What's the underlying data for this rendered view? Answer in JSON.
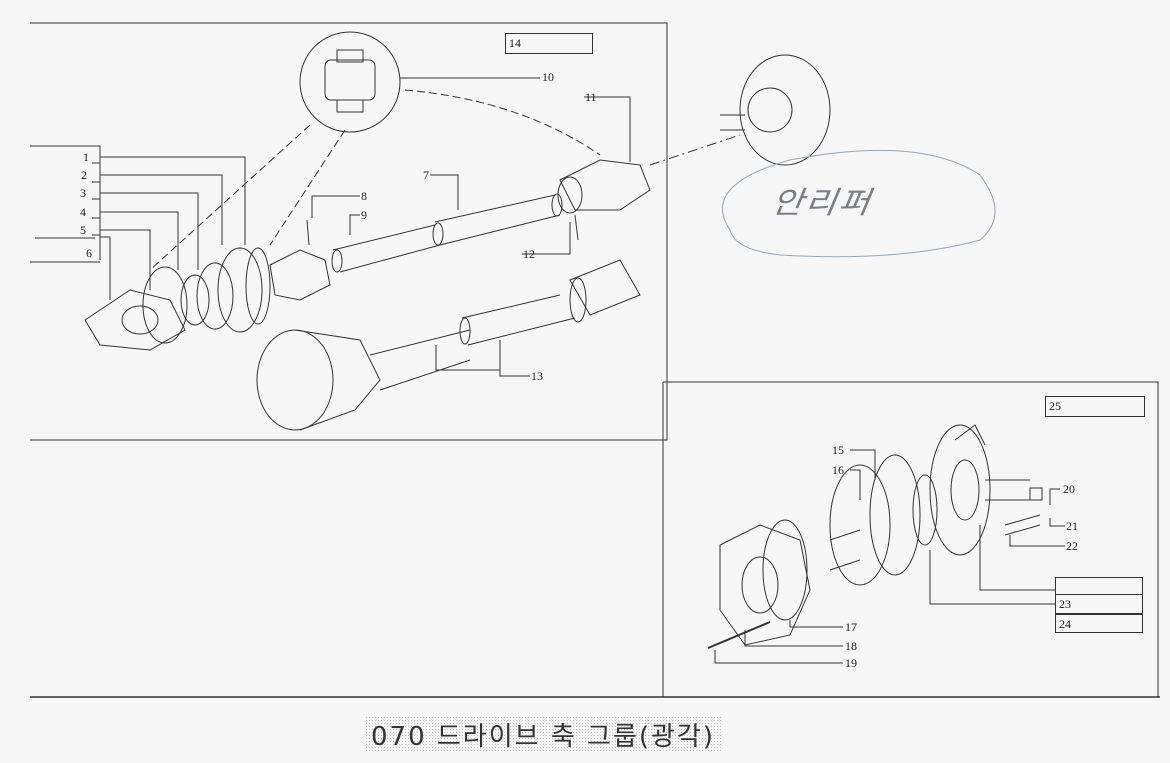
{
  "title": "070 드라이브 축 그룹(광각)",
  "handwritten_note": "안리퍼",
  "callouts": {
    "c1": "1",
    "c2": "2",
    "c3": "3",
    "c4": "4",
    "c5": "5",
    "c6": "6",
    "c7": "7",
    "c8": "8",
    "c9": "9",
    "c10": "10",
    "c11": "11",
    "c12": "12",
    "c13": "13",
    "c15": "15",
    "c16": "16",
    "c17": "17",
    "c18": "18",
    "c19": "19",
    "c20": "20",
    "c21": "21",
    "c22": "22"
  },
  "boxes": {
    "b14": "14",
    "b25": "25",
    "b23": "23",
    "b24": "24"
  }
}
